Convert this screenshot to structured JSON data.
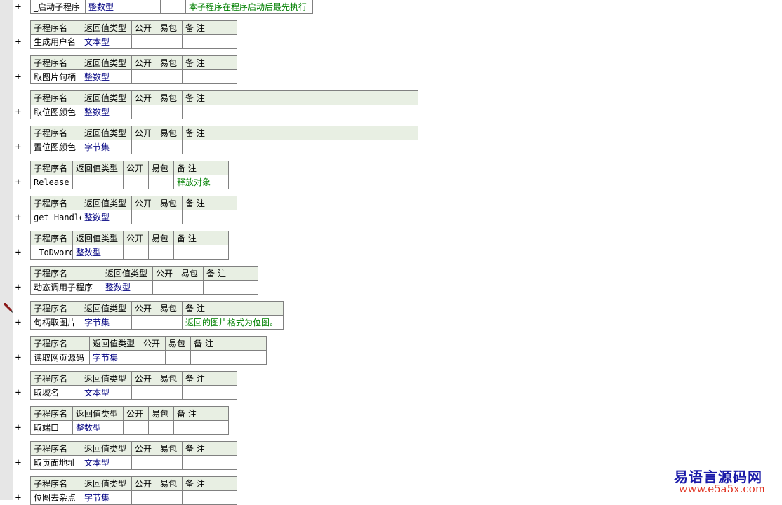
{
  "header_labels": {
    "name": "子程序名",
    "ret": "返回值类型",
    "pub": "公开",
    "easy": "易包",
    "note": "备 注"
  },
  "plus_label": "+",
  "first_row": {
    "name": "_启动子程序",
    "ret": "整数型",
    "note": "本子程序在程序启动后最先执行"
  },
  "subs": [
    {
      "name": "生成用户名",
      "ret": "文本型",
      "note": ""
    },
    {
      "name": "取图片句柄",
      "ret": "整数型",
      "note": ""
    },
    {
      "name": "取位图颜色",
      "ret": "整数型",
      "note": ""
    },
    {
      "name": "置位图颜色",
      "ret": "字节集",
      "note": ""
    },
    {
      "name": "Release",
      "ret": "",
      "note": "释放对象"
    },
    {
      "name": "get_Handle",
      "ret": "整数型",
      "note": ""
    },
    {
      "name": "_ToDword",
      "ret": "整数型",
      "note": ""
    },
    {
      "name": "动态调用子程序",
      "ret": "整数型",
      "note": ""
    },
    {
      "name": "句柄取图片",
      "ret": "字节集",
      "note": "返回的图片格式为位图。"
    },
    {
      "name": "读取网页源码",
      "ret": "字节集",
      "note": ""
    },
    {
      "name": "取域名",
      "ret": "文本型",
      "note": ""
    },
    {
      "name": "取端口",
      "ret": "整数型",
      "note": ""
    },
    {
      "name": "取页面地址",
      "ret": "文本型",
      "note": ""
    },
    {
      "name": "位图去杂点",
      "ret": "字节集",
      "note": ""
    }
  ],
  "watermark": {
    "cn": "易语言源码网",
    "url": "www.e5a5x.com"
  },
  "icons": {
    "pencil": "pencil-icon"
  }
}
